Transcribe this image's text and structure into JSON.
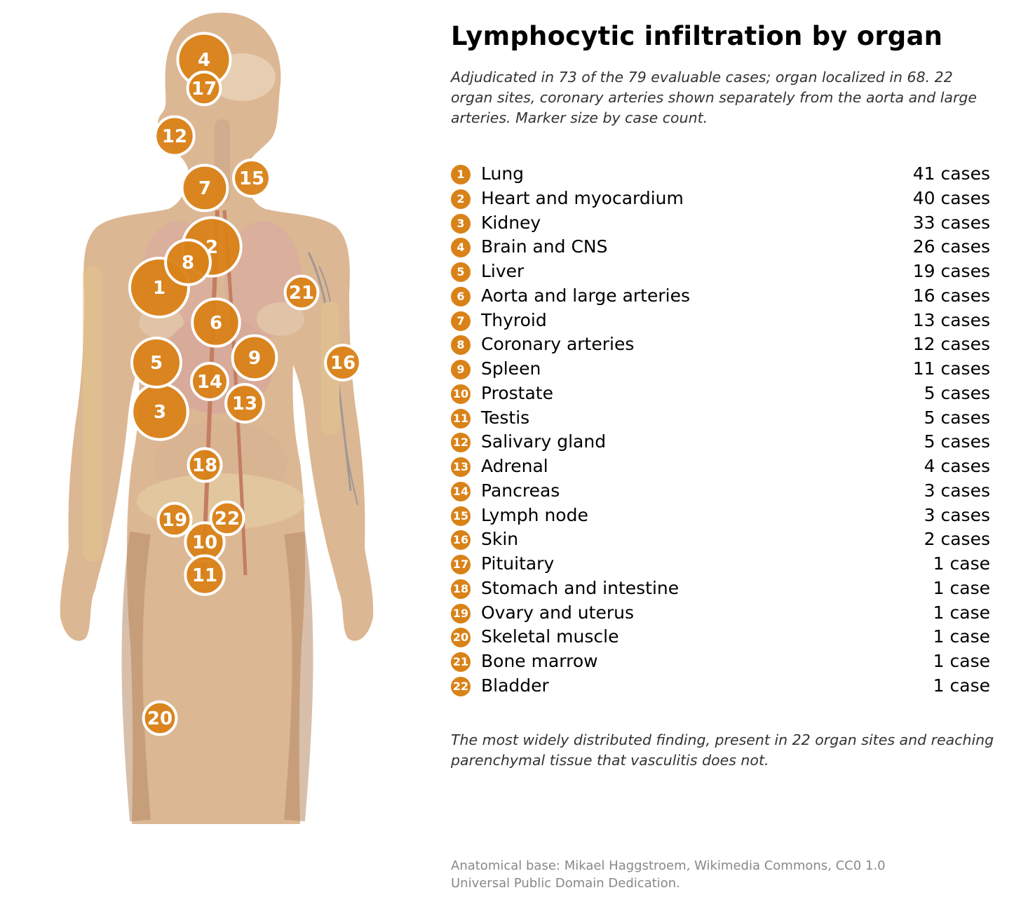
{
  "title": "Lymphocytic infiltration by organ",
  "subtitle": "Adjudicated in 73 of the 79 evaluable cases; organ localized in 68. 22 organ sites, coronary arteries shown separately from the aorta and large arteries. Marker size by case count.",
  "colors": {
    "marker": "#d98218",
    "marker_border": "#ffffff",
    "body": "#dcb793",
    "muscle": "#c89a72"
  },
  "organs": [
    {
      "num": "1",
      "name": "Lung",
      "count_label": "41 cases",
      "cases": 41
    },
    {
      "num": "2",
      "name": "Heart and myocardium",
      "count_label": "40 cases",
      "cases": 40
    },
    {
      "num": "3",
      "name": "Kidney",
      "count_label": "33 cases",
      "cases": 33
    },
    {
      "num": "4",
      "name": "Brain and CNS",
      "count_label": "26 cases",
      "cases": 26
    },
    {
      "num": "5",
      "name": "Liver",
      "count_label": "19 cases",
      "cases": 19
    },
    {
      "num": "6",
      "name": "Aorta and large arteries",
      "count_label": "16 cases",
      "cases": 16
    },
    {
      "num": "7",
      "name": "Thyroid",
      "count_label": "13 cases",
      "cases": 13
    },
    {
      "num": "8",
      "name": "Coronary arteries",
      "count_label": "12 cases",
      "cases": 12
    },
    {
      "num": "9",
      "name": "Spleen",
      "count_label": "11 cases",
      "cases": 11
    },
    {
      "num": "10",
      "name": "Prostate",
      "count_label": "5 cases",
      "cases": 5
    },
    {
      "num": "11",
      "name": "Testis",
      "count_label": "5 cases",
      "cases": 5
    },
    {
      "num": "12",
      "name": "Salivary gland",
      "count_label": "5 cases",
      "cases": 5
    },
    {
      "num": "13",
      "name": "Adrenal",
      "count_label": "4 cases",
      "cases": 4
    },
    {
      "num": "14",
      "name": "Pancreas",
      "count_label": "3 cases",
      "cases": 3
    },
    {
      "num": "15",
      "name": "Lymph node",
      "count_label": "3 cases",
      "cases": 3
    },
    {
      "num": "16",
      "name": "Skin",
      "count_label": "2 cases",
      "cases": 2
    },
    {
      "num": "17",
      "name": "Pituitary",
      "count_label": "1 case",
      "cases": 1
    },
    {
      "num": "18",
      "name": "Stomach and intestine",
      "count_label": "1 case",
      "cases": 1
    },
    {
      "num": "19",
      "name": "Ovary and uterus",
      "count_label": "1 case",
      "cases": 1
    },
    {
      "num": "20",
      "name": "Skeletal muscle",
      "count_label": "1 case",
      "cases": 1
    },
    {
      "num": "21",
      "name": "Bone marrow",
      "count_label": "1 case",
      "cases": 1
    },
    {
      "num": "22",
      "name": "Bladder",
      "count_label": "1 case",
      "cases": 1
    }
  ],
  "note": "The most widely distributed finding, present in 22 organ sites and reaching parenchymal tissue that vasculitis does not.",
  "credit": "Anatomical base: Mikael Haggstroem, Wikimedia Commons, CC0 1.0 Universal Public Domain Dedication."
}
